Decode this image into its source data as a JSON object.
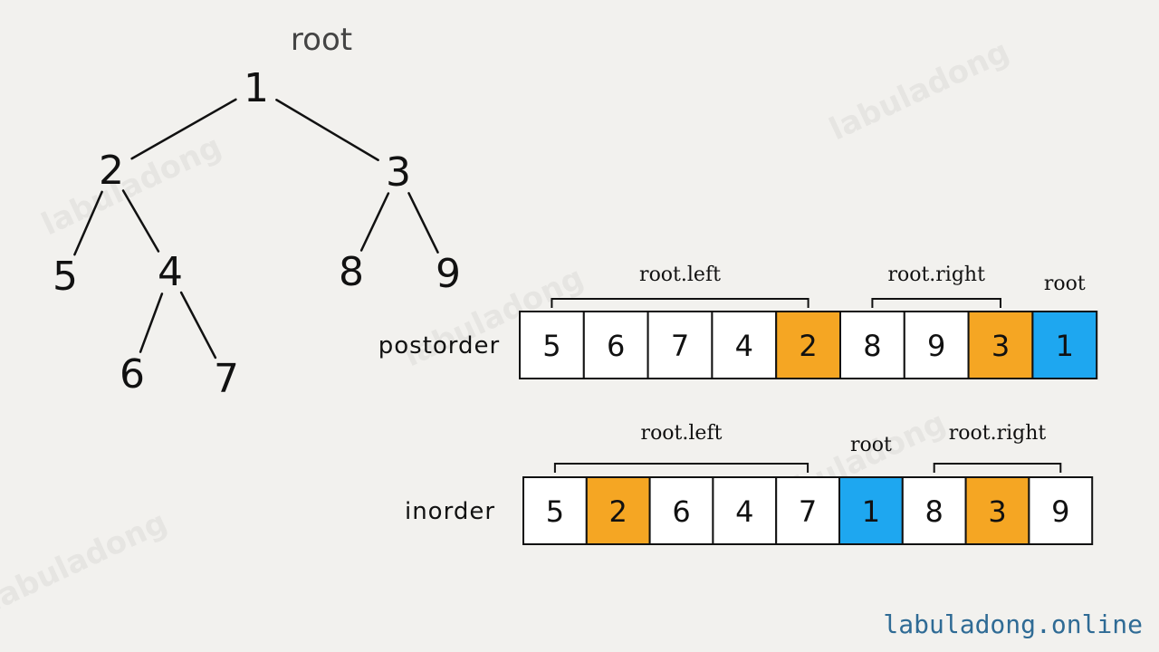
{
  "watermark": "labuladong",
  "tree": {
    "root_label": "root",
    "nodes": [
      {
        "id": "n1",
        "value": "1"
      },
      {
        "id": "n2",
        "value": "2"
      },
      {
        "id": "n3",
        "value": "3"
      },
      {
        "id": "n5",
        "value": "5"
      },
      {
        "id": "n4",
        "value": "4"
      },
      {
        "id": "n8",
        "value": "8"
      },
      {
        "id": "n9",
        "value": "9"
      },
      {
        "id": "n6",
        "value": "6"
      },
      {
        "id": "n7",
        "value": "7"
      }
    ],
    "edges": [
      [
        "n1",
        "n2"
      ],
      [
        "n1",
        "n3"
      ],
      [
        "n2",
        "n5"
      ],
      [
        "n2",
        "n4"
      ],
      [
        "n3",
        "n8"
      ],
      [
        "n3",
        "n9"
      ],
      [
        "n4",
        "n6"
      ],
      [
        "n4",
        "n7"
      ]
    ]
  },
  "arrays": [
    {
      "label": "postorder",
      "cells": [
        "5",
        "6",
        "7",
        "4",
        "2",
        "8",
        "9",
        "3",
        "1"
      ],
      "highlights": {
        "4": "orange",
        "7": "orange",
        "8": "blue"
      },
      "braces": [
        {
          "label": "root.left",
          "from": 0,
          "to": 4
        },
        {
          "label": "root.right",
          "from": 5,
          "to": 7
        }
      ],
      "marker": {
        "label": "root",
        "at": 8
      }
    },
    {
      "label": "inorder",
      "cells": [
        "5",
        "2",
        "6",
        "4",
        "7",
        "1",
        "8",
        "3",
        "9"
      ],
      "highlights": {
        "1": "orange",
        "5": "blue",
        "7": "orange"
      },
      "braces": [
        {
          "label": "root.left",
          "from": 0,
          "to": 4
        },
        {
          "label": "root.right",
          "from": 6,
          "to": 8
        }
      ],
      "marker": {
        "label": "root",
        "at": 5
      }
    }
  ],
  "colors": {
    "orange": "#f5a623",
    "blue": "#1ea7f0",
    "cell_bg": "#ffffff",
    "stroke": "#111111"
  },
  "site": "labuladong.online"
}
